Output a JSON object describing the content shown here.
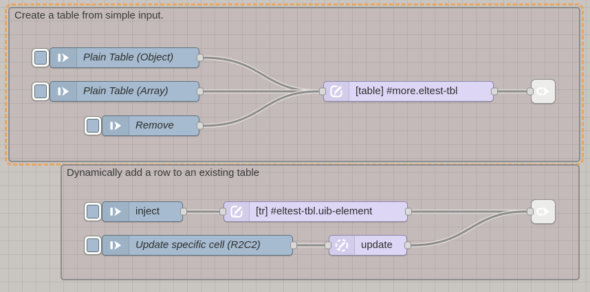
{
  "groups": [
    {
      "label": "Create a table from simple input.",
      "selected": true
    },
    {
      "label": "Dynamically add a row to an existing table",
      "selected": false
    }
  ],
  "nodes": {
    "plain_object": {
      "label": "Plain Table (Object)",
      "type": "inject"
    },
    "plain_array": {
      "label": "Plain Table (Array)",
      "type": "inject"
    },
    "remove": {
      "label": "Remove",
      "type": "inject"
    },
    "table": {
      "label": "[table] #more.eltest-tbl",
      "type": "uib-element"
    },
    "link_out_1": {
      "type": "link out",
      "icon": "link-out-icon"
    },
    "inject": {
      "label": "inject",
      "type": "inject"
    },
    "tr": {
      "label": "[tr] #eltest-tbl.uib-element",
      "type": "uib-element"
    },
    "update_cell": {
      "label": "Update specific cell (R2C2)",
      "type": "inject"
    },
    "update": {
      "label": "update",
      "type": "uib-update"
    },
    "link_out_2": {
      "type": "link out",
      "icon": "link-out-icon"
    }
  },
  "icons": {
    "inject": "inject-arrow-icon",
    "uib_element": "pencil-square-icon",
    "uib_update": "pencil-dashed-circle-icon",
    "link_out": "link-out-icon"
  },
  "colors": {
    "inject_node": "#a6bbcf",
    "uib_node": "#ddd6f5",
    "link_node": "#ececea",
    "selected_group_outline": "#e9a45f",
    "group_border": "#8d8d8d",
    "wire": "#8c8c8c",
    "canvas_bg": "#c9c5c0"
  },
  "connections": [
    {
      "from": "Plain Table (Object)",
      "to": "[table] #more.eltest-tbl"
    },
    {
      "from": "Plain Table (Array)",
      "to": "[table] #more.eltest-tbl"
    },
    {
      "from": "Remove",
      "to": "[table] #more.eltest-tbl"
    },
    {
      "from": "[table] #more.eltest-tbl",
      "to": "link-out-1"
    },
    {
      "from": "inject",
      "to": "[tr] #eltest-tbl.uib-element"
    },
    {
      "from": "[tr] #eltest-tbl.uib-element",
      "to": "link-out-2"
    },
    {
      "from": "Update specific cell (R2C2)",
      "to": "update"
    },
    {
      "from": "update",
      "to": "link-out-2"
    }
  ]
}
